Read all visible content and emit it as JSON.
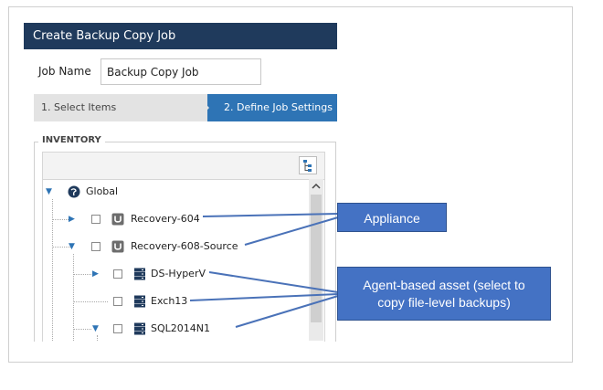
{
  "dialog": {
    "title": "Create Backup Copy Job",
    "job_name_label": "Job Name",
    "job_name_value": "Backup Copy Job"
  },
  "wizard": {
    "steps": [
      {
        "label": "1. Select Items",
        "state": "completed"
      },
      {
        "label": "2. Define Job Settings",
        "state": "active"
      }
    ]
  },
  "inventory": {
    "legend": "INVENTORY",
    "tree": [
      {
        "label": "Global",
        "icon": "globe-icon",
        "expanded": true,
        "checkbox": false
      },
      {
        "label": "Recovery-604",
        "icon": "appliance-icon",
        "expanded": false,
        "checkbox": true
      },
      {
        "label": "Recovery-608-Source",
        "icon": "appliance-icon",
        "expanded": true,
        "checkbox": true
      },
      {
        "label": "DS-HyperV",
        "icon": "server-icon",
        "expanded": false,
        "checkbox": true
      },
      {
        "label": "Exch13",
        "icon": "server-icon",
        "expanded": null,
        "checkbox": true
      },
      {
        "label": "SQL2014N1",
        "icon": "server-icon",
        "expanded": true,
        "checkbox": true
      }
    ]
  },
  "callouts": {
    "appliance": "Appliance",
    "agent_line1": "Agent-based asset (select to",
    "agent_line2": "copy file-level backups)"
  },
  "colors": {
    "titlebar": "#1f3a5c",
    "active_step": "#2e74b5",
    "callout": "#4472c4"
  }
}
